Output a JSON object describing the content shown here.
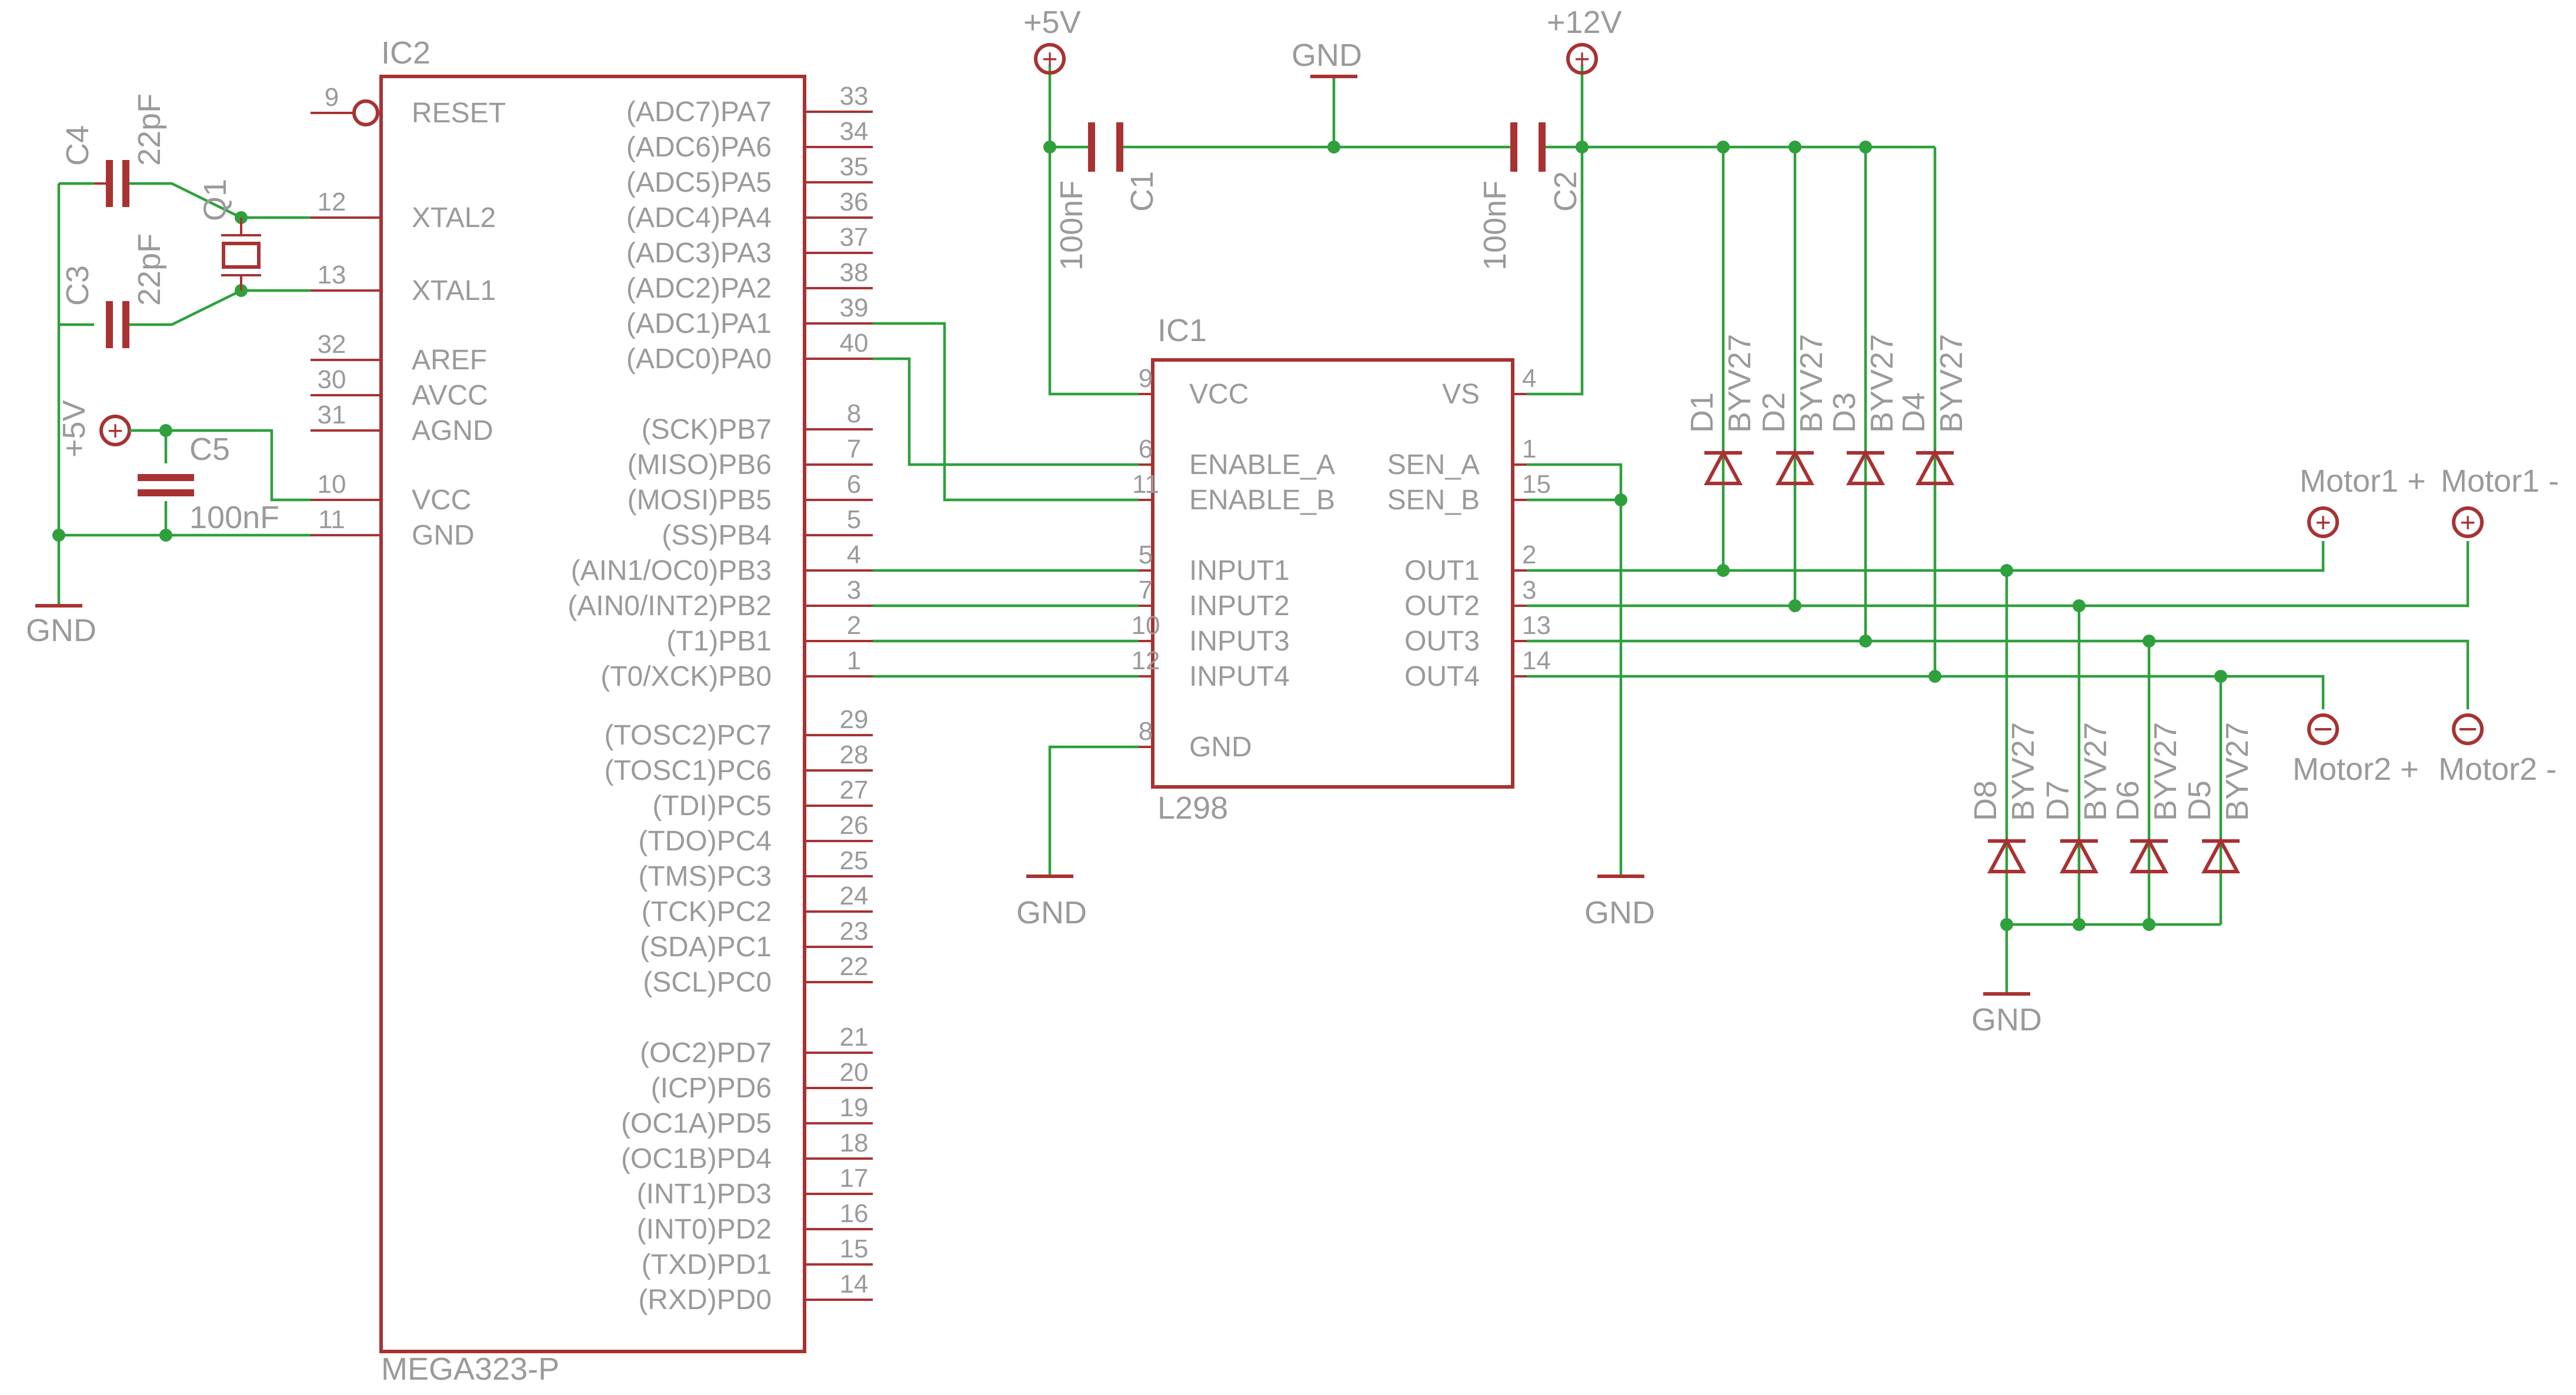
{
  "colors": {
    "part": "#a83232",
    "wire": "#2ea03c",
    "text": "#9a9a9a",
    "background": "#ffffff"
  },
  "ic2": {
    "name": "IC2",
    "value": "MEGA323-P",
    "left_pins": [
      {
        "num": "9",
        "label": "RESET"
      },
      {
        "num": "12",
        "label": "XTAL2"
      },
      {
        "num": "13",
        "label": "XTAL1"
      },
      {
        "num": "32",
        "label": "AREF"
      },
      {
        "num": "30",
        "label": "AVCC"
      },
      {
        "num": "31",
        "label": "AGND"
      },
      {
        "num": "10",
        "label": "VCC"
      },
      {
        "num": "11",
        "label": "GND"
      }
    ],
    "right_pins": [
      {
        "num": "33",
        "label": "(ADC7)PA7"
      },
      {
        "num": "34",
        "label": "(ADC6)PA6"
      },
      {
        "num": "35",
        "label": "(ADC5)PA5"
      },
      {
        "num": "36",
        "label": "(ADC4)PA4"
      },
      {
        "num": "37",
        "label": "(ADC3)PA3"
      },
      {
        "num": "38",
        "label": "(ADC2)PA2"
      },
      {
        "num": "39",
        "label": "(ADC1)PA1"
      },
      {
        "num": "40",
        "label": "(ADC0)PA0"
      },
      {
        "num": "8",
        "label": "(SCK)PB7"
      },
      {
        "num": "7",
        "label": "(MISO)PB6"
      },
      {
        "num": "6",
        "label": "(MOSI)PB5"
      },
      {
        "num": "5",
        "label": "(SS)PB4"
      },
      {
        "num": "4",
        "label": "(AIN1/OC0)PB3"
      },
      {
        "num": "3",
        "label": "(AIN0/INT2)PB2"
      },
      {
        "num": "2",
        "label": "(T1)PB1"
      },
      {
        "num": "1",
        "label": "(T0/XCK)PB0"
      },
      {
        "num": "29",
        "label": "(TOSC2)PC7"
      },
      {
        "num": "28",
        "label": "(TOSC1)PC6"
      },
      {
        "num": "27",
        "label": "(TDI)PC5"
      },
      {
        "num": "26",
        "label": "(TDO)PC4"
      },
      {
        "num": "25",
        "label": "(TMS)PC3"
      },
      {
        "num": "24",
        "label": "(TCK)PC2"
      },
      {
        "num": "23",
        "label": "(SDA)PC1"
      },
      {
        "num": "22",
        "label": "(SCL)PC0"
      },
      {
        "num": "21",
        "label": "(OC2)PD7"
      },
      {
        "num": "20",
        "label": "(ICP)PD6"
      },
      {
        "num": "19",
        "label": "(OC1A)PD5"
      },
      {
        "num": "18",
        "label": "(OC1B)PD4"
      },
      {
        "num": "17",
        "label": "(INT1)PD3"
      },
      {
        "num": "16",
        "label": "(INT0)PD2"
      },
      {
        "num": "15",
        "label": "(TXD)PD1"
      },
      {
        "num": "14",
        "label": "(RXD)PD0"
      }
    ]
  },
  "ic1": {
    "name": "IC1",
    "value": "L298",
    "left_pins": [
      {
        "num": "9",
        "label": "VCC"
      },
      {
        "num": "6",
        "label": "ENABLE_A"
      },
      {
        "num": "11",
        "label": "ENABLE_B"
      },
      {
        "num": "5",
        "label": "INPUT1"
      },
      {
        "num": "7",
        "label": "INPUT2"
      },
      {
        "num": "10",
        "label": "INPUT3"
      },
      {
        "num": "12",
        "label": "INPUT4"
      },
      {
        "num": "8",
        "label": "GND"
      }
    ],
    "right_pins": [
      {
        "num": "4",
        "label": "VS"
      },
      {
        "num": "1",
        "label": "SEN_A"
      },
      {
        "num": "15",
        "label": "SEN_B"
      },
      {
        "num": "2",
        "label": "OUT1"
      },
      {
        "num": "3",
        "label": "OUT2"
      },
      {
        "num": "13",
        "label": "OUT3"
      },
      {
        "num": "14",
        "label": "OUT4"
      }
    ]
  },
  "caps": {
    "c4": {
      "name": "C4",
      "value": "22pF"
    },
    "c3": {
      "name": "C3",
      "value": "22pF"
    },
    "c5": {
      "name": "C5",
      "value": "100nF"
    },
    "c1": {
      "name": "C1",
      "value": "100nF"
    },
    "c2": {
      "name": "C2",
      "value": "100nF"
    }
  },
  "crystal": {
    "name": "Q1"
  },
  "diodes": [
    {
      "name": "D1",
      "value": "BYV27"
    },
    {
      "name": "D2",
      "value": "BYV27"
    },
    {
      "name": "D3",
      "value": "BYV27"
    },
    {
      "name": "D4",
      "value": "BYV27"
    },
    {
      "name": "D8",
      "value": "BYV27"
    },
    {
      "name": "D7",
      "value": "BYV27"
    },
    {
      "name": "D6",
      "value": "BYV27"
    },
    {
      "name": "D5",
      "value": "BYV27"
    }
  ],
  "supplies": {
    "p5v_top": "+5V",
    "p12v": "+12V",
    "p5v_left": "+5V",
    "gnd": "GND"
  },
  "terminals": {
    "motor1_minus_label": "Motor1 +",
    "motor1_plus_label": "Motor1 -",
    "motor2_minus_label": "Motor2 +",
    "motor2_plus_label": "Motor2 -"
  }
}
